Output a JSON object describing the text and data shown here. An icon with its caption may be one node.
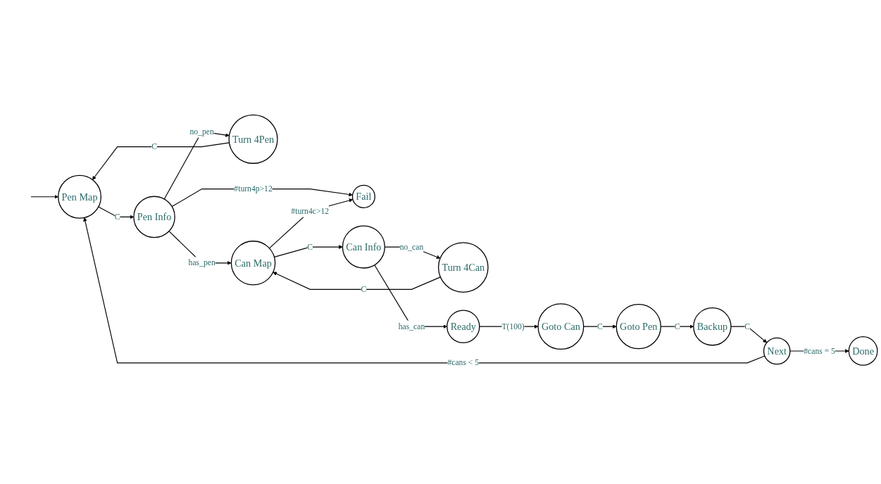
{
  "diagram": {
    "nodes": [
      {
        "text": [
          "Pen Map"
        ]
      },
      {
        "text": [
          "Pen Info"
        ]
      },
      {
        "text": [
          "Fail"
        ]
      },
      {
        "text": [
          "Next"
        ]
      },
      {
        "text": [
          "Turn 4Pen"
        ]
      },
      {
        "text": [
          "Can Info"
        ]
      },
      {
        "text": [
          "Can Map"
        ]
      },
      {
        "text": [
          "Done"
        ]
      },
      {
        "text": [
          "Turn 4Can"
        ]
      },
      {
        "text": [
          "Backup"
        ]
      },
      {
        "text": [
          "Ready"
        ]
      },
      {
        "text": [
          "Goto Can"
        ]
      },
      {
        "text": [
          "Goto Pen"
        ]
      }
    ],
    "edges": [
      {
        "from": null,
        "to": 0,
        "arrow": "to"
      },
      {
        "from": 3,
        "to": 0,
        "label": "#cans < 5",
        "arrow": "to"
      },
      {
        "from": 0,
        "to": 1,
        "label": "C",
        "arrow": "to"
      },
      {
        "from": 1,
        "to": 2,
        "label": "#turn4p>12",
        "arrow": "to"
      },
      {
        "from": 1,
        "to": 4,
        "label": "no_pen",
        "arrow": "to"
      },
      {
        "from": 4,
        "to": 0,
        "label": "C",
        "arrow": "to"
      },
      {
        "from": 1,
        "to": 6,
        "label": "has_pen",
        "arrow": "to"
      },
      {
        "from": 6,
        "to": 2,
        "label": "#turn4c>12",
        "arrow": "to"
      },
      {
        "from": 3,
        "to": 7,
        "label": "#cans = 5",
        "arrow": "to"
      },
      {
        "from": 6,
        "to": 5,
        "label": "C",
        "arrow": "to"
      },
      {
        "from": 5,
        "to": 8,
        "label": "no_can",
        "arrow": "to"
      },
      {
        "from": 8,
        "to": 6,
        "label": "C",
        "arrow": "to"
      },
      {
        "from": 5,
        "to": 10,
        "label": "has_can",
        "arrow": "to"
      },
      {
        "from": 10,
        "to": 11,
        "label": "T(100)",
        "arrow": "to"
      },
      {
        "from": 11,
        "to": 12,
        "label": "C",
        "arrow": "to"
      },
      {
        "from": 12,
        "to": 9,
        "label": "C",
        "arrow": "to"
      },
      {
        "from": 9,
        "to": 3,
        "label": "C",
        "arrow": "to"
      }
    ]
  }
}
